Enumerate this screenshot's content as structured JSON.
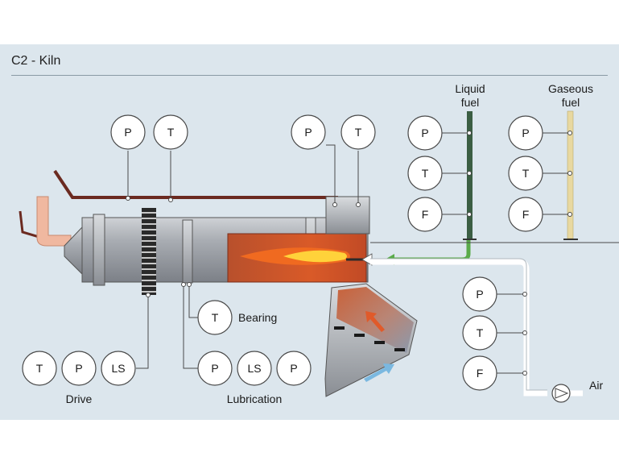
{
  "title": "C2 - Kiln",
  "labels": {
    "liquid_fuel_1": "Liquid",
    "liquid_fuel_2": "fuel",
    "gaseous_fuel_1": "Gaseous",
    "gaseous_fuel_2": "fuel",
    "bearing": "Bearing",
    "drive": "Drive",
    "lubrication": "Lubrication",
    "air": "Air"
  },
  "instruments": {
    "shell_p": "P",
    "shell_t": "T",
    "hood_p": "P",
    "hood_t": "T",
    "liquid_p": "P",
    "liquid_t": "T",
    "liquid_f": "F",
    "gas_p": "P",
    "gas_t": "T",
    "gas_f": "F",
    "air_p": "P",
    "air_t": "T",
    "air_f": "F",
    "bearing_t": "T",
    "drive_t": "T",
    "drive_p": "P",
    "drive_ls": "LS",
    "lub_p1": "P",
    "lub_ls": "LS",
    "lub_p2": "P"
  },
  "colors": {
    "background": "#dce6ed",
    "kiln_shell": "#a9adb3",
    "duct": "#6b2a20",
    "liquid_fuel_line": "#3b5e43",
    "gaseous_fuel_line": "#e8d8a0",
    "burner_line": "#5aab4a",
    "air_line": "#ffffff",
    "flame_hot": "#ffd23a",
    "flame_outer": "#f06a20",
    "feed_pipe": "#f0b8a0",
    "cooler_hot_arrow": "#e05a2a",
    "cooler_cool_arrow": "#7ab8e0"
  }
}
